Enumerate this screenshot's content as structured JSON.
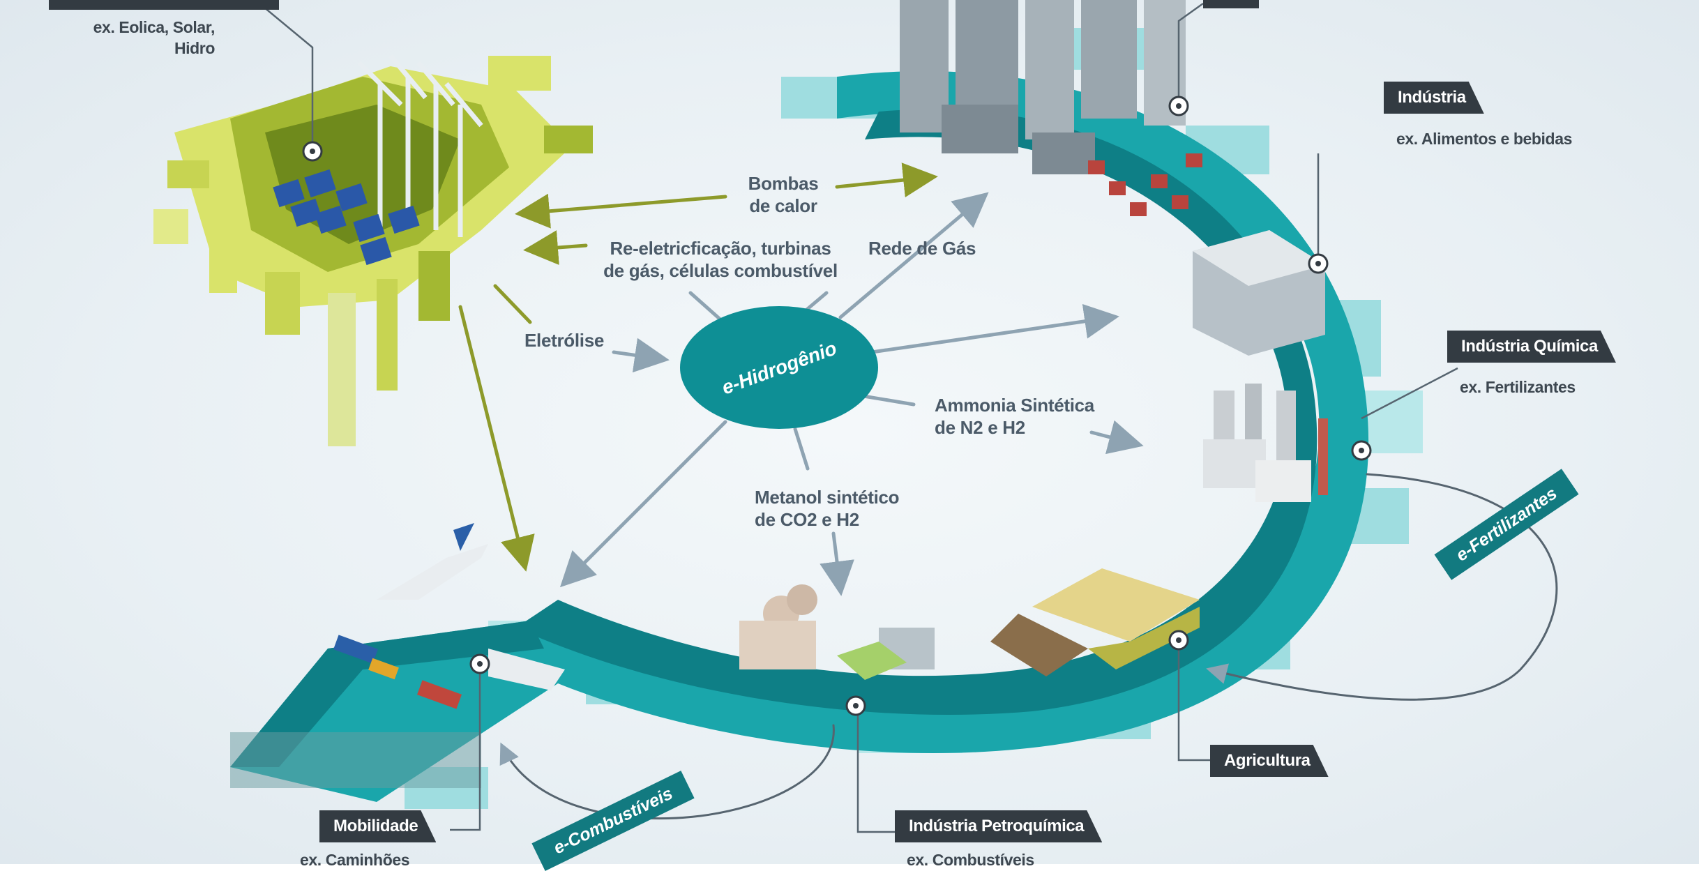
{
  "center_node": {
    "label": "e-Hidrogênio"
  },
  "flows": {
    "bombas_calor": "Bombas\nde calor",
    "reeletrificacao": "Re-eletricficação, turbinas\nde gás, células combustível",
    "rede_gas": "Rede de Gás",
    "eletrolise": "Eletrólise",
    "ammonia": "Ammonia Sintética\nde N2 e H2",
    "metanol": "Metanol sintético\nde CO2 e H2"
  },
  "sectors": {
    "renewables": {
      "example": "ex. Eolica, Solar,\nHidro"
    },
    "industria": {
      "label": "Indústria",
      "example": "ex. Alimentos e bebidas"
    },
    "quimica": {
      "label": "Indústria Química",
      "example": "ex. Fertilizantes"
    },
    "agricultura": {
      "label": "Agricultura"
    },
    "petroquimica": {
      "label": "Indústria Petroquímica",
      "example": "ex. Combustíveis"
    },
    "mobilidade": {
      "label": "Mobilidade",
      "example": "ex. Caminhões"
    }
  },
  "ribbons": {
    "fertilizantes": "e-Fertilizantes",
    "combustiveis": "e-Combustíveis"
  },
  "colors": {
    "teal_dark": "#0e7f86",
    "teal": "#1aa6ab",
    "teal_light": "#9fdde0",
    "olive_dark": "#6f8a1c",
    "olive": "#a3b832",
    "olive_light": "#d9e36a",
    "arrow_olive": "#8d9a2a",
    "arrow_gray": "#8ea3b2",
    "label_dark": "#333b42"
  }
}
